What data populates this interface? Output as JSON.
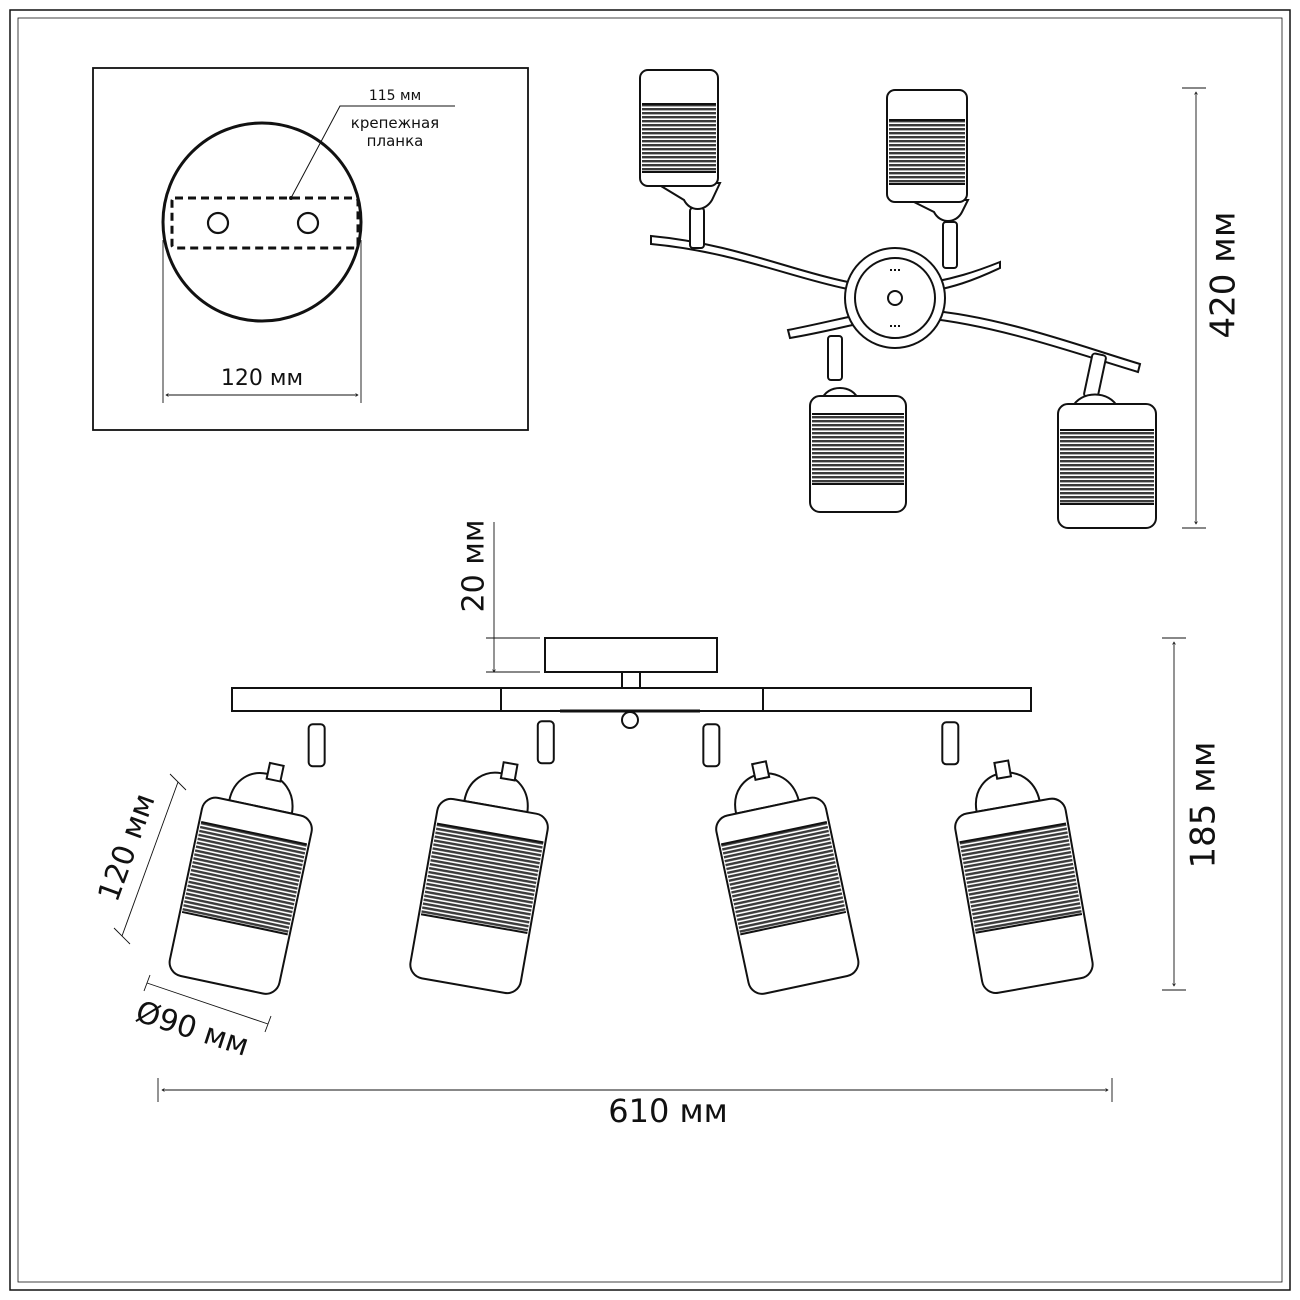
{
  "inset": {
    "plate_width_label": "115 мм",
    "plate_name_label_line1": "крепежная",
    "plate_name_label_line2": "планка",
    "base_diameter_label": "120 мм"
  },
  "top_view": {
    "depth_label": "420 мм"
  },
  "side_view": {
    "canopy_height_label": "20 мм",
    "total_height_label": "185 мм",
    "shade_height_label": "120 мм",
    "shade_diameter_label": "Ø90 мм",
    "total_width_label": "610 мм"
  },
  "colors": {
    "line": "#111111",
    "band_fill": "#4a4a4a",
    "background": "#ffffff"
  }
}
